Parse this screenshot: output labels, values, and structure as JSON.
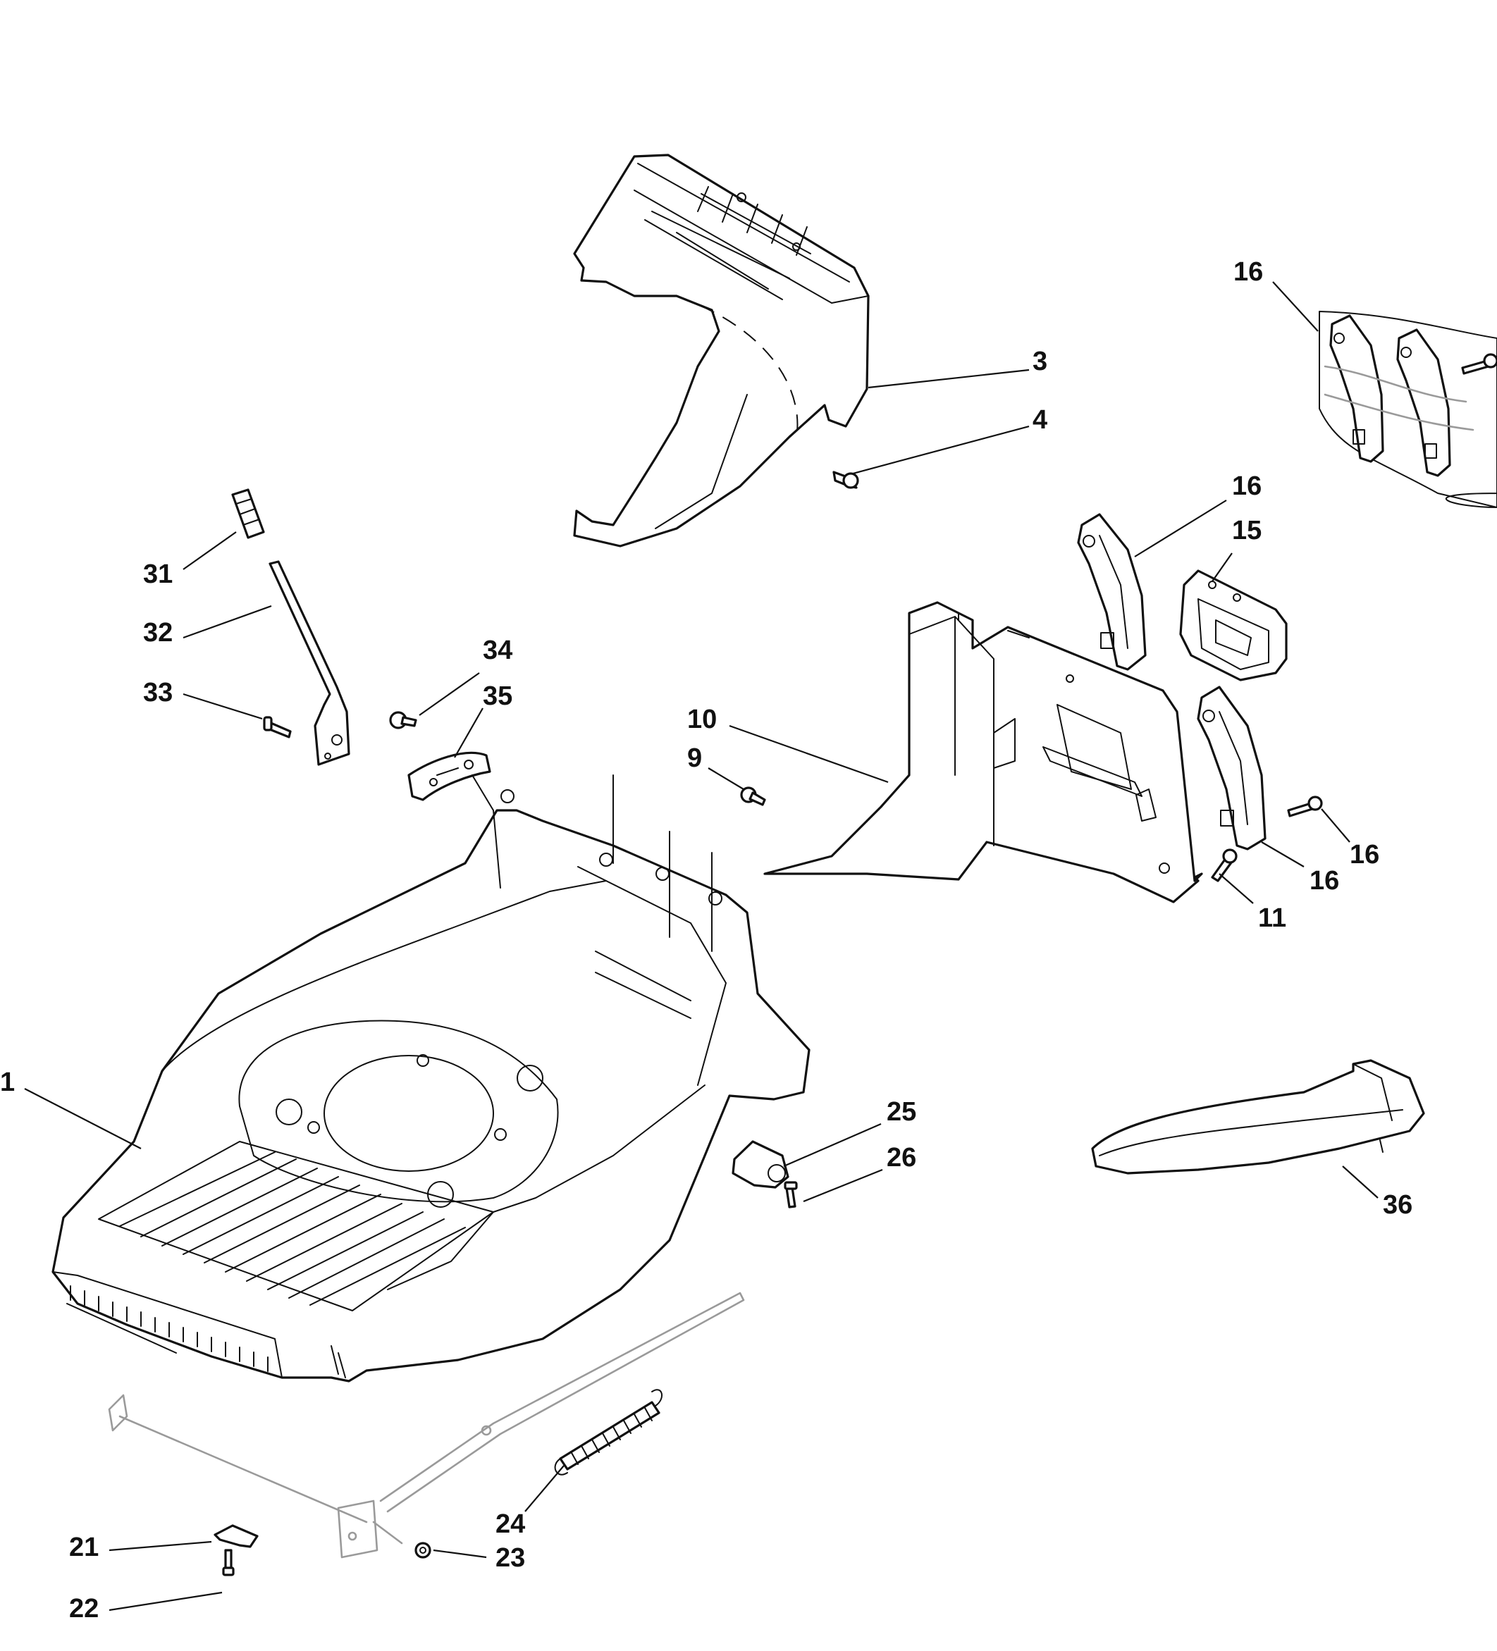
{
  "callouts": [
    {
      "id": "c1",
      "label": "1"
    },
    {
      "id": "c3",
      "label": "3"
    },
    {
      "id": "c4",
      "label": "4"
    },
    {
      "id": "c9",
      "label": "9"
    },
    {
      "id": "c10",
      "label": "10"
    },
    {
      "id": "c11",
      "label": "11"
    },
    {
      "id": "c15",
      "label": "15"
    },
    {
      "id": "c16a",
      "label": "16"
    },
    {
      "id": "c16b",
      "label": "16"
    },
    {
      "id": "c16c",
      "label": "16"
    },
    {
      "id": "c16d",
      "label": "16"
    },
    {
      "id": "c21",
      "label": "21"
    },
    {
      "id": "c22",
      "label": "22"
    },
    {
      "id": "c23",
      "label": "23"
    },
    {
      "id": "c24",
      "label": "24"
    },
    {
      "id": "c25",
      "label": "25"
    },
    {
      "id": "c26",
      "label": "26"
    },
    {
      "id": "c31",
      "label": "31"
    },
    {
      "id": "c32",
      "label": "32"
    },
    {
      "id": "c33",
      "label": "33"
    },
    {
      "id": "c34",
      "label": "34"
    },
    {
      "id": "c35",
      "label": "35"
    },
    {
      "id": "c36",
      "label": "36"
    }
  ]
}
